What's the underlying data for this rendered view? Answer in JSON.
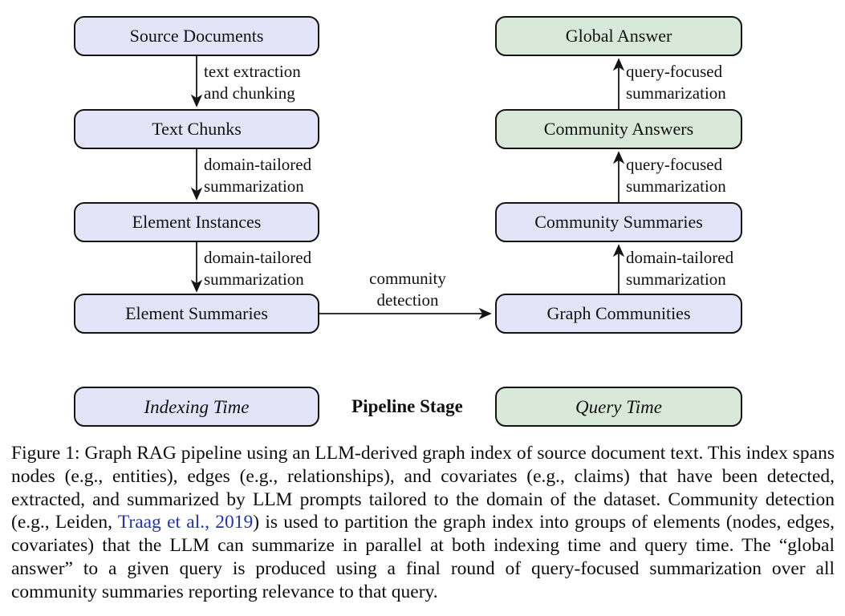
{
  "figure": {
    "colors": {
      "indexing_fill": "#e4e4f9",
      "query_fill": "#d9e9d9",
      "border": "#141414",
      "citation_blue": "#2433b0"
    },
    "indexing_column": {
      "boxes": [
        "Source Documents",
        "Text Chunks",
        "Element Instances",
        "Element Summaries"
      ],
      "arrows": [
        {
          "line1": "text extraction",
          "line2": "and chunking"
        },
        {
          "line1": "domain-tailored",
          "line2": "summarization"
        },
        {
          "line1": "domain-tailored",
          "line2": "summarization"
        }
      ],
      "stage": "Indexing Time"
    },
    "query_column": {
      "boxes": [
        "Global Answer",
        "Community Answers",
        "Community Summaries",
        "Graph Communities"
      ],
      "arrows": [
        {
          "line1": "query-focused",
          "line2": "summarization"
        },
        {
          "line1": "query-focused",
          "line2": "summarization"
        },
        {
          "line1": "domain-tailored",
          "line2": "summarization"
        }
      ],
      "stage": "Query Time"
    },
    "cross_arrow": {
      "line1": "community",
      "line2": "detection"
    },
    "pipeline_stage": "Pipeline Stage"
  },
  "caption": {
    "prefix": "Figure 1: Graph RAG pipeline using an LLM-derived graph index of source document text. This index spans nodes (e.g., entities), edges (e.g., relationships), and covariates (e.g., claims) that have been detected, extracted, and summarized by LLM prompts tailored to the domain of the dataset. Community detection (e.g., Leiden, ",
    "citation": "Traag et al., 2019",
    "suffix": ") is used to partition the graph index into groups of elements (nodes, edges, covariates) that the LLM can summarize in parallel at both indexing time and query time. The “global answer” to a given query is produced using a final round of query-focused summarization over all community summaries reporting relevance to that query."
  }
}
